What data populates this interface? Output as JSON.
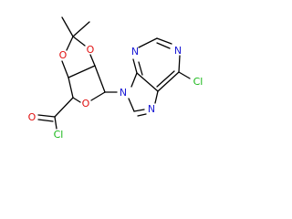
{
  "structure": {
    "atom_labels": {
      "o_ring_left": "O",
      "o_ring_right": "O",
      "o_furanose": "O",
      "o_carbonyl": "O",
      "cl_acyl": "Cl",
      "cl_purine": "Cl",
      "n9": "N",
      "n7": "N",
      "n3": "N",
      "n1": "N"
    },
    "colors": {
      "nitrogen": "#1b1bd6",
      "oxygen": "#e01010",
      "chlorine": "#18b818",
      "carbon": "#000000"
    }
  }
}
